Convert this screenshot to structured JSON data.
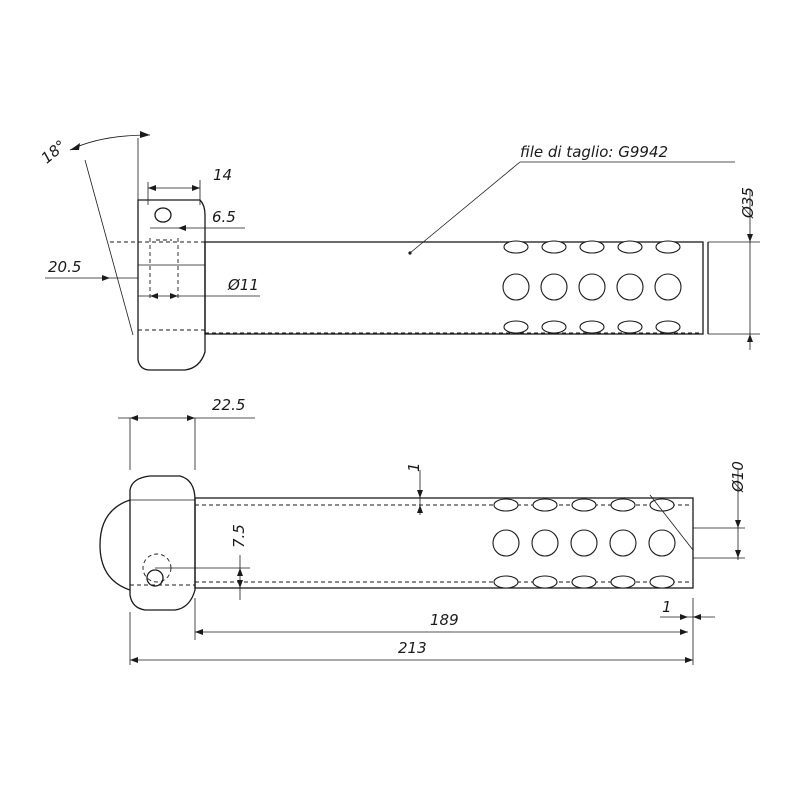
{
  "annotation": "file di taglio: G9942",
  "dimensions": {
    "angle": "18°",
    "d14": "14",
    "d6_5": "6.5",
    "d20_5": "20.5",
    "dia11": "Ø11",
    "dia35": "Ø35",
    "d22_5": "22.5",
    "d1_top": "1",
    "dia10": "Ø10",
    "d7_5": "7.5",
    "d189": "189",
    "d1_right": "1",
    "d213": "213"
  },
  "views": {
    "top_view": {
      "hole_columns": 5,
      "hole_rows": 3
    },
    "bottom_view": {
      "hole_columns": 5,
      "hole_rows": 3
    }
  },
  "colors": {
    "ink": "#1a1a1a",
    "paper": "#ffffff"
  }
}
